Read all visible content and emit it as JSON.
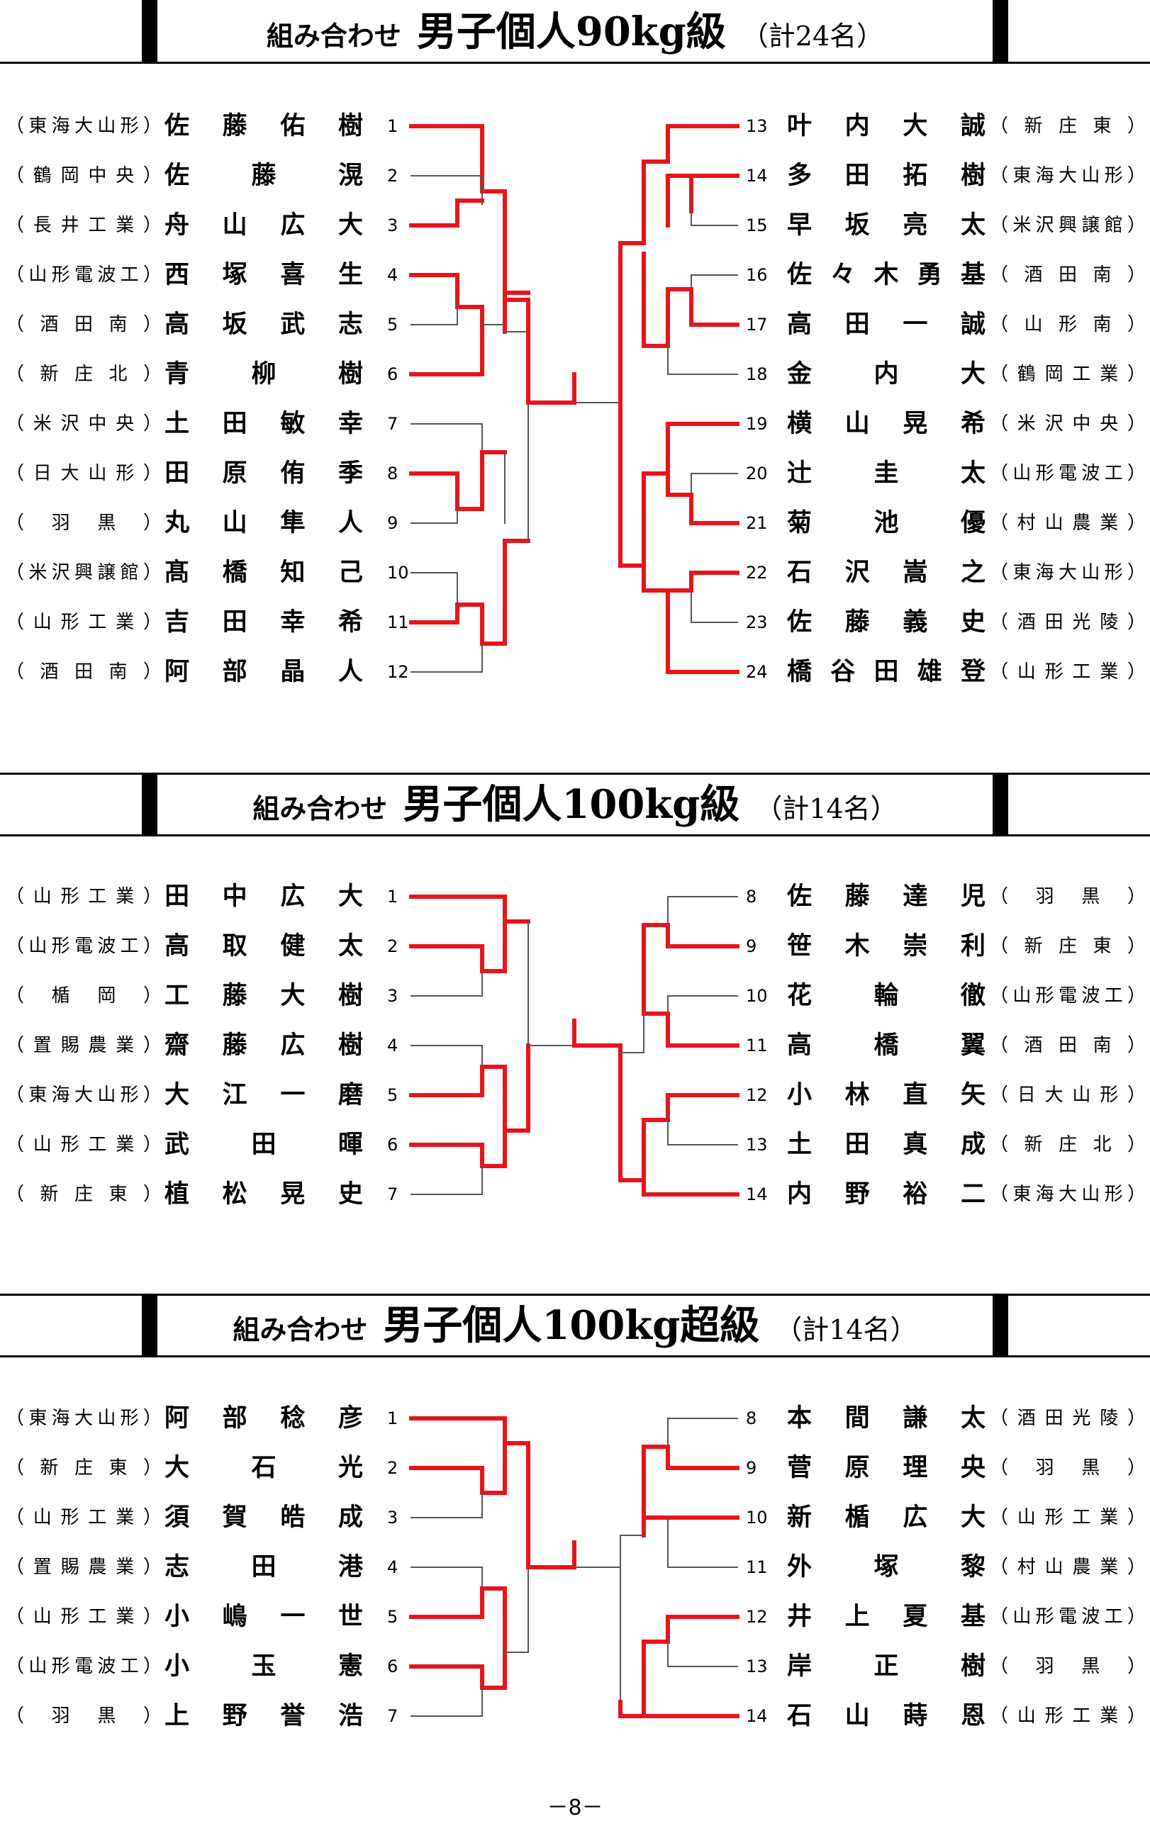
{
  "sections": [
    {
      "title_prefix": "組み合わせ",
      "title_main": "男子個人90kg級",
      "title_count": "（計24名）",
      "left": [
        {
          "school": "（東海大山形）",
          "name": "佐藤佑樹",
          "num": "1"
        },
        {
          "school": "（鶴岡中央）",
          "name": "佐藤滉",
          "num": "2"
        },
        {
          "school": "（長井工業）",
          "name": "舟山広大",
          "num": "3"
        },
        {
          "school": "（山形電波工）",
          "name": "西塚喜生",
          "num": "4"
        },
        {
          "school": "（酒田南）",
          "name": "高坂武志",
          "num": "5"
        },
        {
          "school": "（新庄北）",
          "name": "青柳樹",
          "num": "6"
        },
        {
          "school": "（米沢中央）",
          "name": "土田敏幸",
          "num": "7"
        },
        {
          "school": "（日大山形）",
          "name": "田原侑季",
          "num": "8"
        },
        {
          "school": "（羽黒）",
          "name": "丸山隼人",
          "num": "9"
        },
        {
          "school": "（米沢興譲館）",
          "name": "髙橋知己",
          "num": "10"
        },
        {
          "school": "（山形工業）",
          "name": "吉田幸希",
          "num": "11"
        },
        {
          "school": "（酒田南）",
          "name": "阿部晶人",
          "num": "12"
        }
      ],
      "right": [
        {
          "num": "13",
          "name": "叶内大誠",
          "school": "（新庄東）"
        },
        {
          "num": "14",
          "name": "多田拓樹",
          "school": "（東海大山形）"
        },
        {
          "num": "15",
          "name": "早坂亮太",
          "school": "（米沢興譲館）"
        },
        {
          "num": "16",
          "name": "佐々木勇基",
          "school": "（酒田南）"
        },
        {
          "num": "17",
          "name": "高田一誠",
          "school": "（山形南）"
        },
        {
          "num": "18",
          "name": "金内大",
          "school": "（鶴岡工業）"
        },
        {
          "num": "19",
          "name": "横山晃希",
          "school": "（米沢中央）"
        },
        {
          "num": "20",
          "name": "辻圭太",
          "school": "（山形電波工）"
        },
        {
          "num": "21",
          "name": "菊池優",
          "school": "（村山農業）"
        },
        {
          "num": "22",
          "name": "石沢嵩之",
          "school": "（東海大山形）"
        },
        {
          "num": "23",
          "name": "佐藤義史",
          "school": "（酒田光陵）"
        },
        {
          "num": "24",
          "name": "橋谷田雄登",
          "school": "（山形工業）"
        }
      ]
    },
    {
      "title_prefix": "組み合わせ",
      "title_main": "男子個人100kg級",
      "title_count": "（計14名）",
      "left": [
        {
          "school": "（山形工業）",
          "name": "田中広大",
          "num": "1"
        },
        {
          "school": "（山形電波工）",
          "name": "高取健太",
          "num": "2"
        },
        {
          "school": "（楯岡）",
          "name": "工藤大樹",
          "num": "3"
        },
        {
          "school": "（置賜農業）",
          "name": "齋藤広樹",
          "num": "4"
        },
        {
          "school": "（東海大山形）",
          "name": "大江一磨",
          "num": "5"
        },
        {
          "school": "（山形工業）",
          "name": "武田暉",
          "num": "6"
        },
        {
          "school": "（新庄東）",
          "name": "植松晃史",
          "num": "7"
        }
      ],
      "right": [
        {
          "num": "8",
          "name": "佐藤達児",
          "school": "（羽黒）"
        },
        {
          "num": "9",
          "name": "笹木崇利",
          "school": "（新庄東）"
        },
        {
          "num": "10",
          "name": "花輪徹",
          "school": "（山形電波工）"
        },
        {
          "num": "11",
          "name": "高橋翼",
          "school": "（酒田南）"
        },
        {
          "num": "12",
          "name": "小林直矢",
          "school": "（日大山形）"
        },
        {
          "num": "13",
          "name": "土田真成",
          "school": "（新庄北）"
        },
        {
          "num": "14",
          "name": "内野裕二",
          "school": "（東海大山形）"
        }
      ]
    },
    {
      "title_prefix": "組み合わせ",
      "title_main": "男子個人100kg超級",
      "title_count": "（計14名）",
      "left": [
        {
          "school": "（東海大山形）",
          "name": "阿部稔彦",
          "num": "1"
        },
        {
          "school": "（新庄東）",
          "name": "大石光",
          "num": "2"
        },
        {
          "school": "（山形工業）",
          "name": "須賀皓成",
          "num": "3"
        },
        {
          "school": "（置賜農業）",
          "name": "志田港",
          "num": "4"
        },
        {
          "school": "（山形工業）",
          "name": "小嶋一世",
          "num": "5"
        },
        {
          "school": "（山形電波工）",
          "name": "小玉憲",
          "num": "6"
        },
        {
          "school": "（羽黒）",
          "name": "上野誉浩",
          "num": "7"
        }
      ],
      "right": [
        {
          "num": "8",
          "name": "本間謙太",
          "school": "（酒田光陵）"
        },
        {
          "num": "9",
          "name": "菅原理央",
          "school": "（羽黒）"
        },
        {
          "num": "10",
          "name": "新楯広大",
          "school": "（山形工業）"
        },
        {
          "num": "11",
          "name": "外塚黎",
          "school": "（村山農業）"
        },
        {
          "num": "12",
          "name": "井上夏基",
          "school": "（山形電波工）"
        },
        {
          "num": "13",
          "name": "岸正樹",
          "school": "（羽黒）"
        },
        {
          "num": "14",
          "name": "石山蒔恩",
          "school": "（山形工業）"
        }
      ]
    }
  ],
  "page_number": "－8－",
  "colors": {
    "winner_line": "#e8141c",
    "plain_line": "#555555"
  }
}
